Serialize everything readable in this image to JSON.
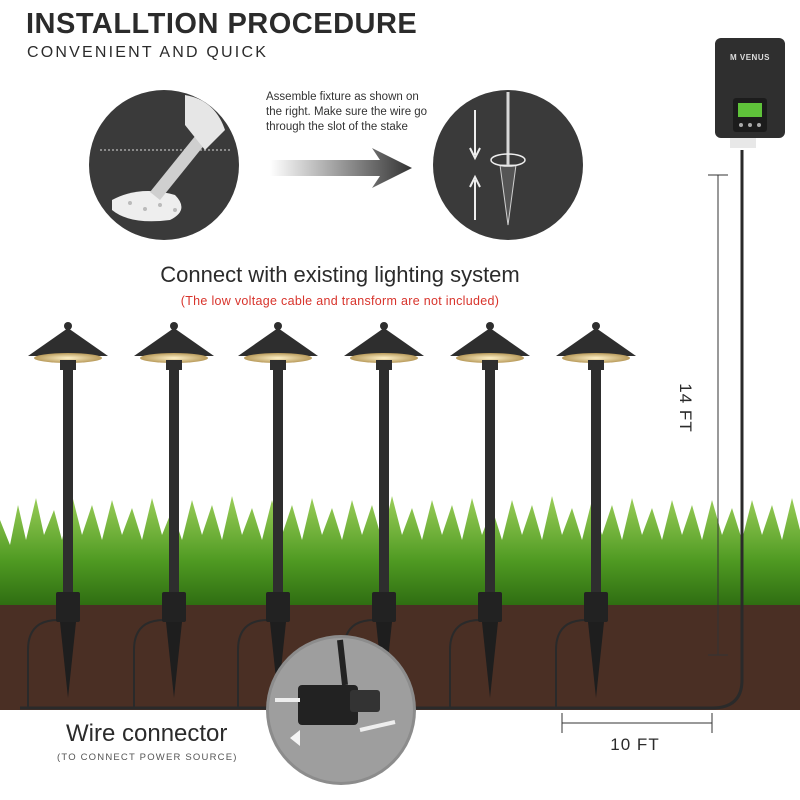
{
  "header": {
    "title": "INSTALLTION PROCEDURE",
    "subtitle": "CONVENIENT AND QUICK"
  },
  "step": {
    "instruction": "Assemble fixture as shown on the right. Make sure the wire go through the slot of the stake"
  },
  "connect": {
    "heading": "Connect with existing lighting system",
    "note": "(The low voltage cable and transform are not included)",
    "note_color": "#d8342c"
  },
  "wire_connector": {
    "label": "Wire connector",
    "sublabel": "(TO CONNECT POWER SOURCE)"
  },
  "dimensions": {
    "height": "14 FT",
    "width": "10 FT"
  },
  "transformer": {
    "brand": "M VENUS"
  },
  "lights": [
    {
      "name": "path-light-1"
    },
    {
      "name": "path-light-2"
    },
    {
      "name": "path-light-3"
    },
    {
      "name": "path-light-4"
    },
    {
      "name": "path-light-5"
    },
    {
      "name": "path-light-6"
    }
  ],
  "colors": {
    "fixture": "#2e2e2e",
    "grass": "#5fa82e",
    "soil": "#4a2f24",
    "circle_bg": "#3a3a3a"
  }
}
